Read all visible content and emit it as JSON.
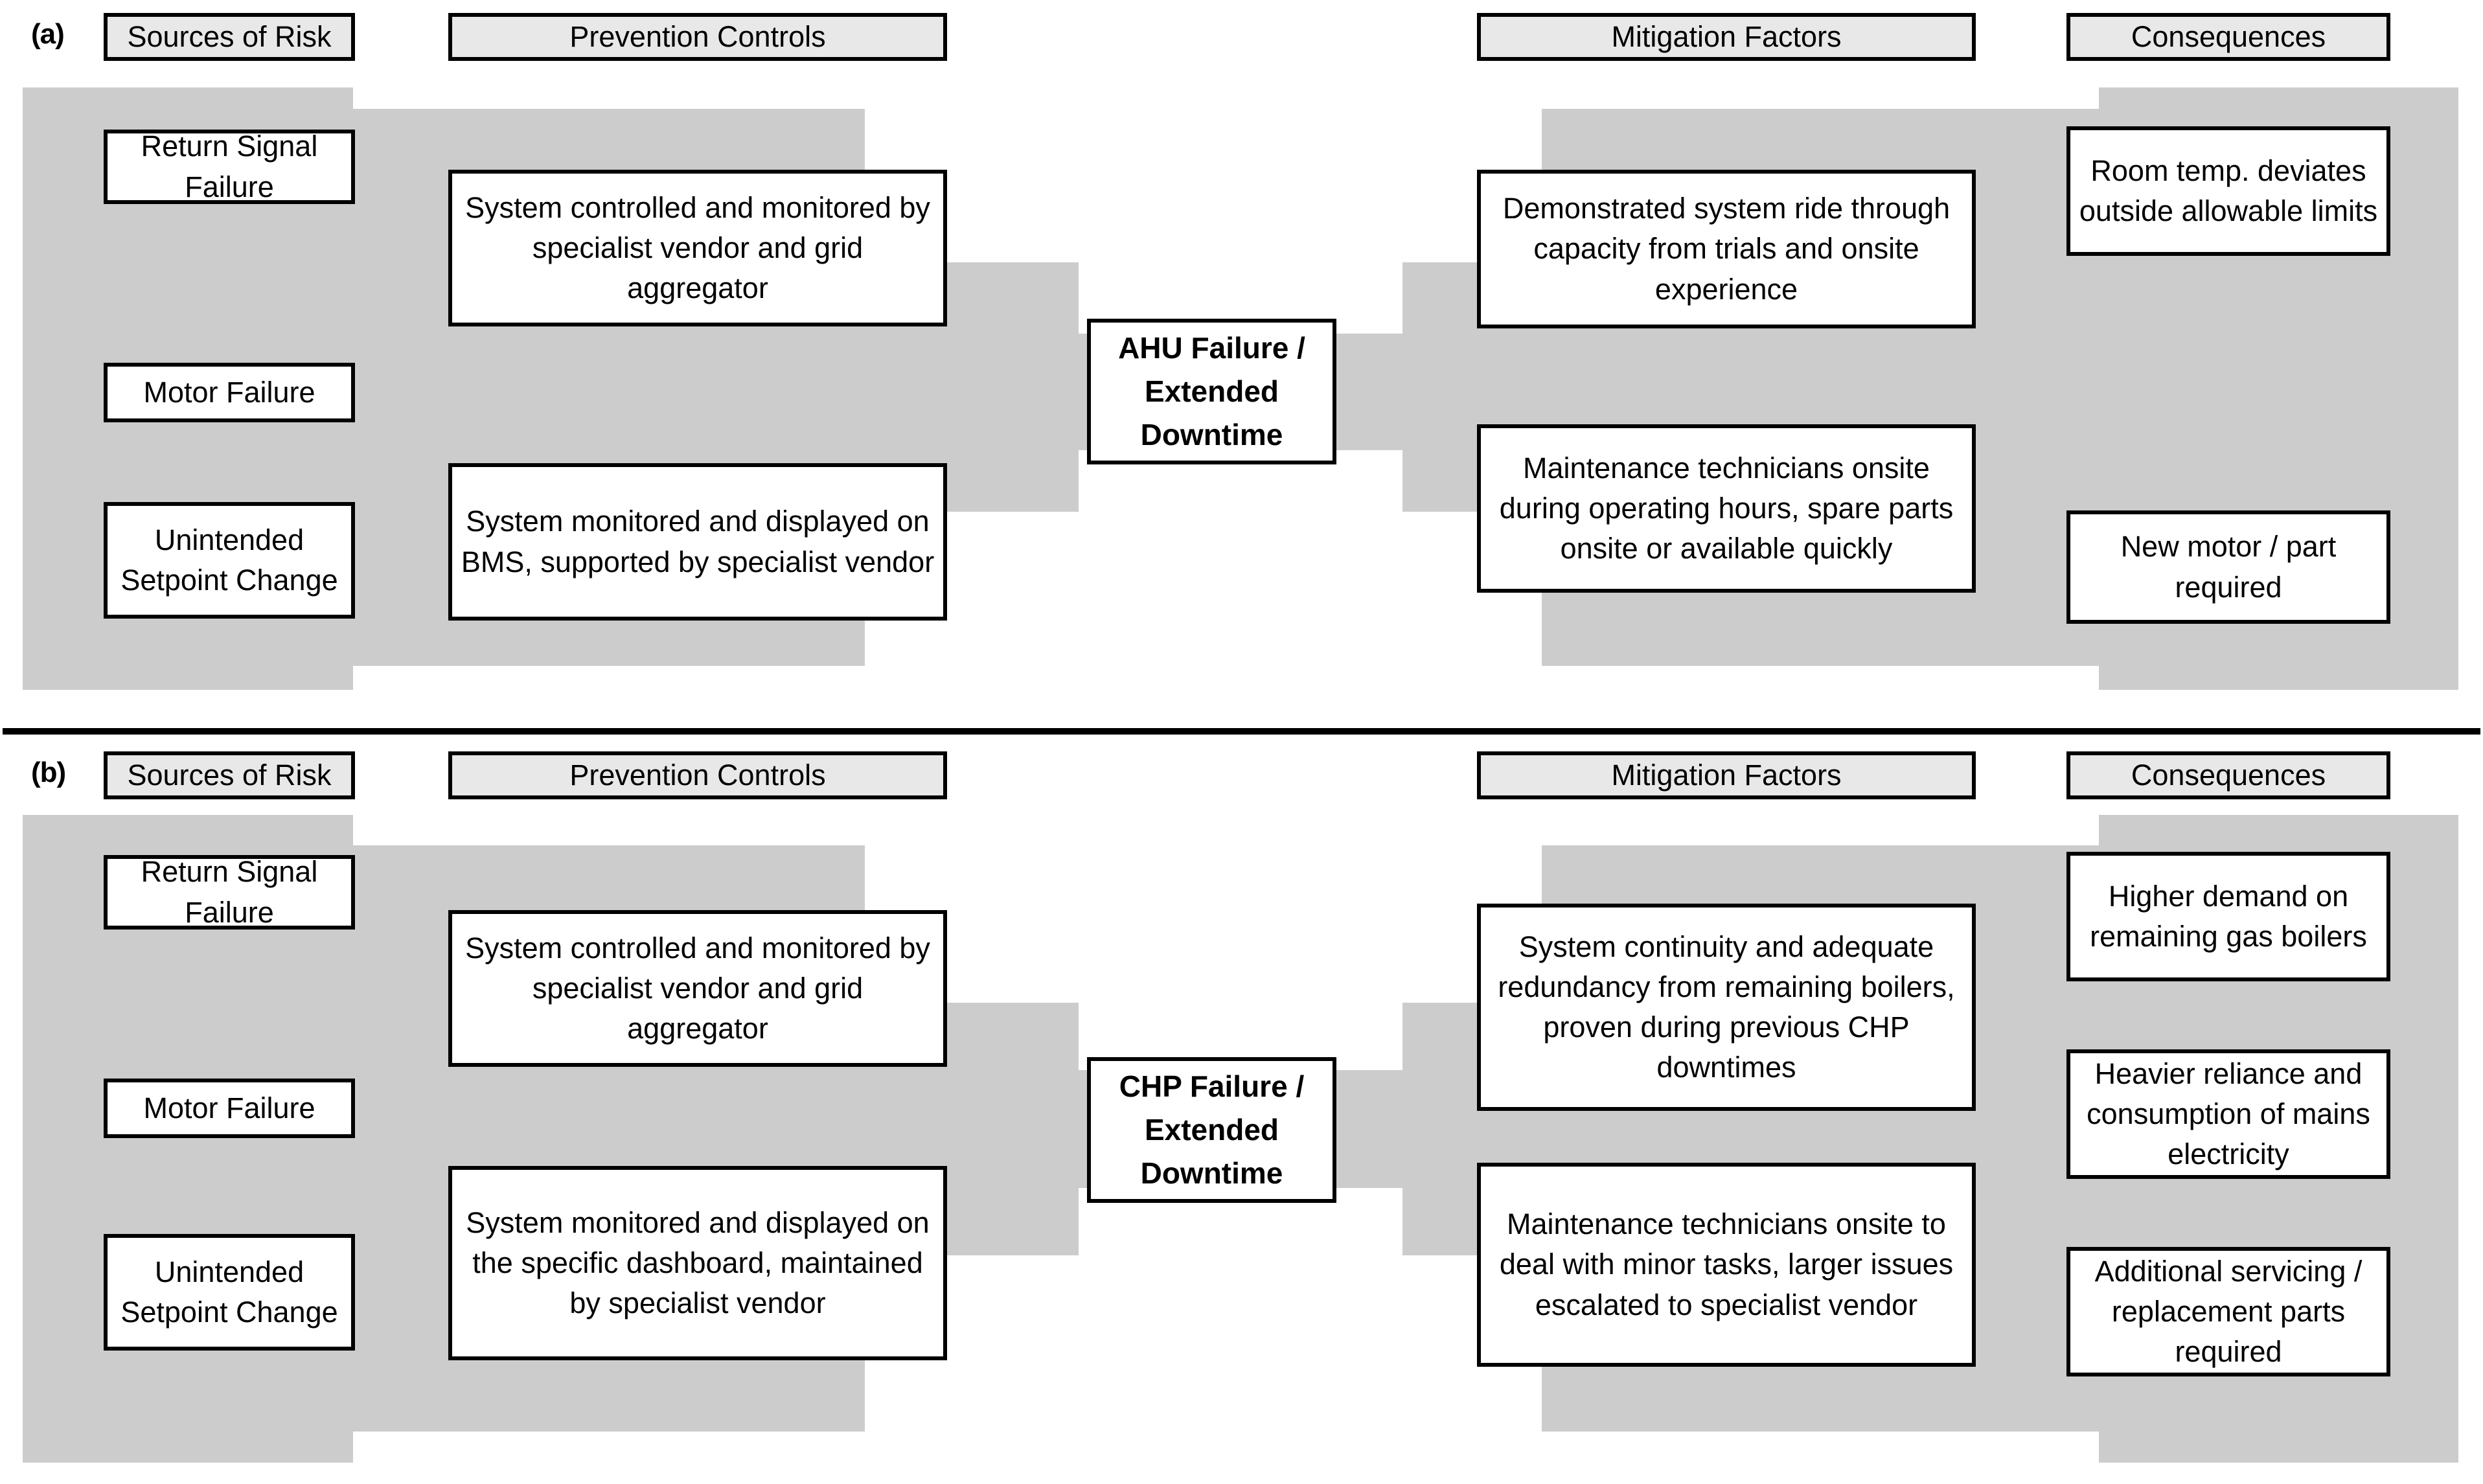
{
  "diagram": {
    "type": "bowtie-risk-diagram",
    "column_headers": [
      "Sources of Risk",
      "Prevention Controls",
      "Mitigation Factors",
      "Consequences"
    ],
    "band_color": "#cccccc",
    "header_fill": "#e8e8e8",
    "border_color": "#000000"
  },
  "panels": [
    {
      "label": "(a)",
      "headers": {
        "sources": "Sources of Risk",
        "prevention": "Prevention Controls",
        "mitigation": "Mitigation Factors",
        "consequences": "Consequences"
      },
      "sources": [
        "Return Signal Failure",
        "Motor Failure",
        "Unintended Setpoint Change"
      ],
      "prevention": [
        "System controlled and monitored by specialist vendor and grid aggregator",
        "System monitored and displayed on BMS, supported by specialist vendor"
      ],
      "center_event": "AHU Failure / Extended Downtime",
      "mitigation": [
        "Demonstrated system ride through capacity from trials and onsite experience",
        "Maintenance technicians onsite during operating hours, spare parts onsite or available quickly"
      ],
      "consequences": [
        "Room temp. deviates outside allowable limits",
        "New motor / part required"
      ]
    },
    {
      "label": "(b)",
      "headers": {
        "sources": "Sources of Risk",
        "prevention": "Prevention Controls",
        "mitigation": "Mitigation Factors",
        "consequences": "Consequences"
      },
      "sources": [
        "Return Signal Failure",
        "Motor Failure",
        "Unintended Setpoint Change"
      ],
      "prevention": [
        "System controlled and monitored by specialist vendor and grid aggregator",
        "System monitored and displayed on the specific dashboard, maintained by specialist vendor"
      ],
      "center_event": "CHP Failure / Extended Downtime",
      "mitigation": [
        "System continuity and adequate redundancy from remaining boilers, proven during previous CHP downtimes",
        "Maintenance technicians onsite to deal with minor tasks, larger issues escalated to specialist vendor"
      ],
      "consequences": [
        "Higher demand on remaining gas boilers",
        "Heavier reliance and consumption of mains electricity",
        "Additional servicing / replacement parts required"
      ]
    }
  ]
}
